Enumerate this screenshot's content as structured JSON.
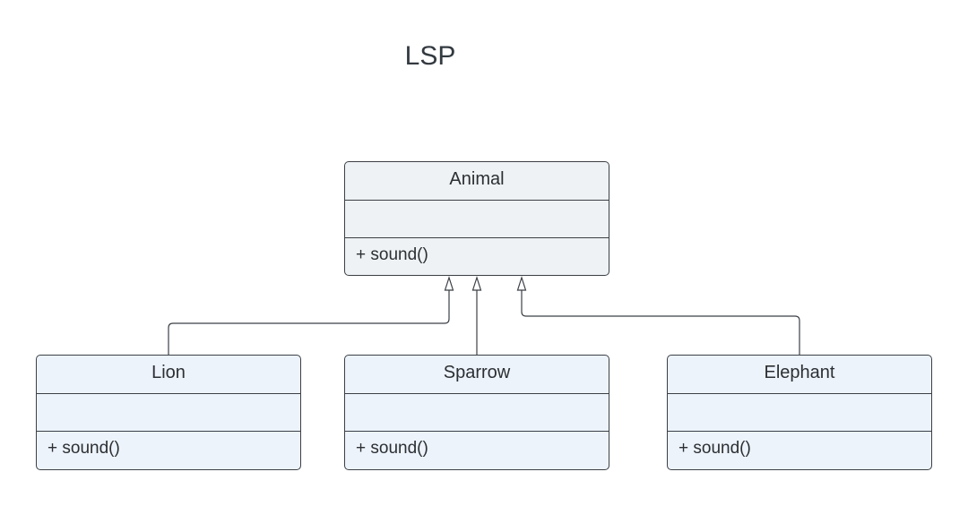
{
  "title": "LSP",
  "classes": {
    "animal": {
      "name": "Animal",
      "attributes": "",
      "method": "+ sound()"
    },
    "lion": {
      "name": "Lion",
      "attributes": "",
      "method": "+ sound()"
    },
    "sparrow": {
      "name": "Sparrow",
      "attributes": "",
      "method": "+ sound()"
    },
    "elephant": {
      "name": "Elephant",
      "attributes": "",
      "method": "+ sound()"
    }
  },
  "relations": [
    {
      "from": "Lion",
      "to": "Animal",
      "type": "inheritance"
    },
    {
      "from": "Sparrow",
      "to": "Animal",
      "type": "inheritance"
    },
    {
      "from": "Elephant",
      "to": "Animal",
      "type": "inheritance"
    }
  ],
  "colors": {
    "line": "#3b4046",
    "parent_fill": "#eff2f4",
    "child_fill": "#edf3fb"
  }
}
